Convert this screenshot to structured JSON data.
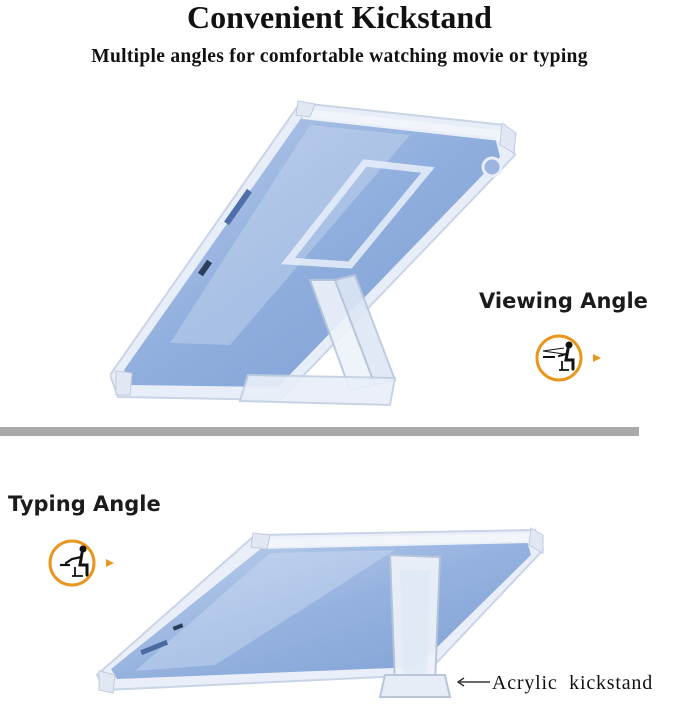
{
  "header": {
    "title": "Convenient Kickstand",
    "subtitle": "Multiple angles for comfortable watching movie or typing"
  },
  "viewing": {
    "label": "Viewing Angle",
    "icon": "person-watching-icon"
  },
  "typing": {
    "label": "Typing Angle",
    "icon": "person-typing-icon"
  },
  "kickstand": {
    "label": "Acrylic  kickstand"
  },
  "colors": {
    "icon_orange": "#E8961E",
    "tablet_blue": "#8FAEDD",
    "divider_gray": "#A9A9A9"
  }
}
